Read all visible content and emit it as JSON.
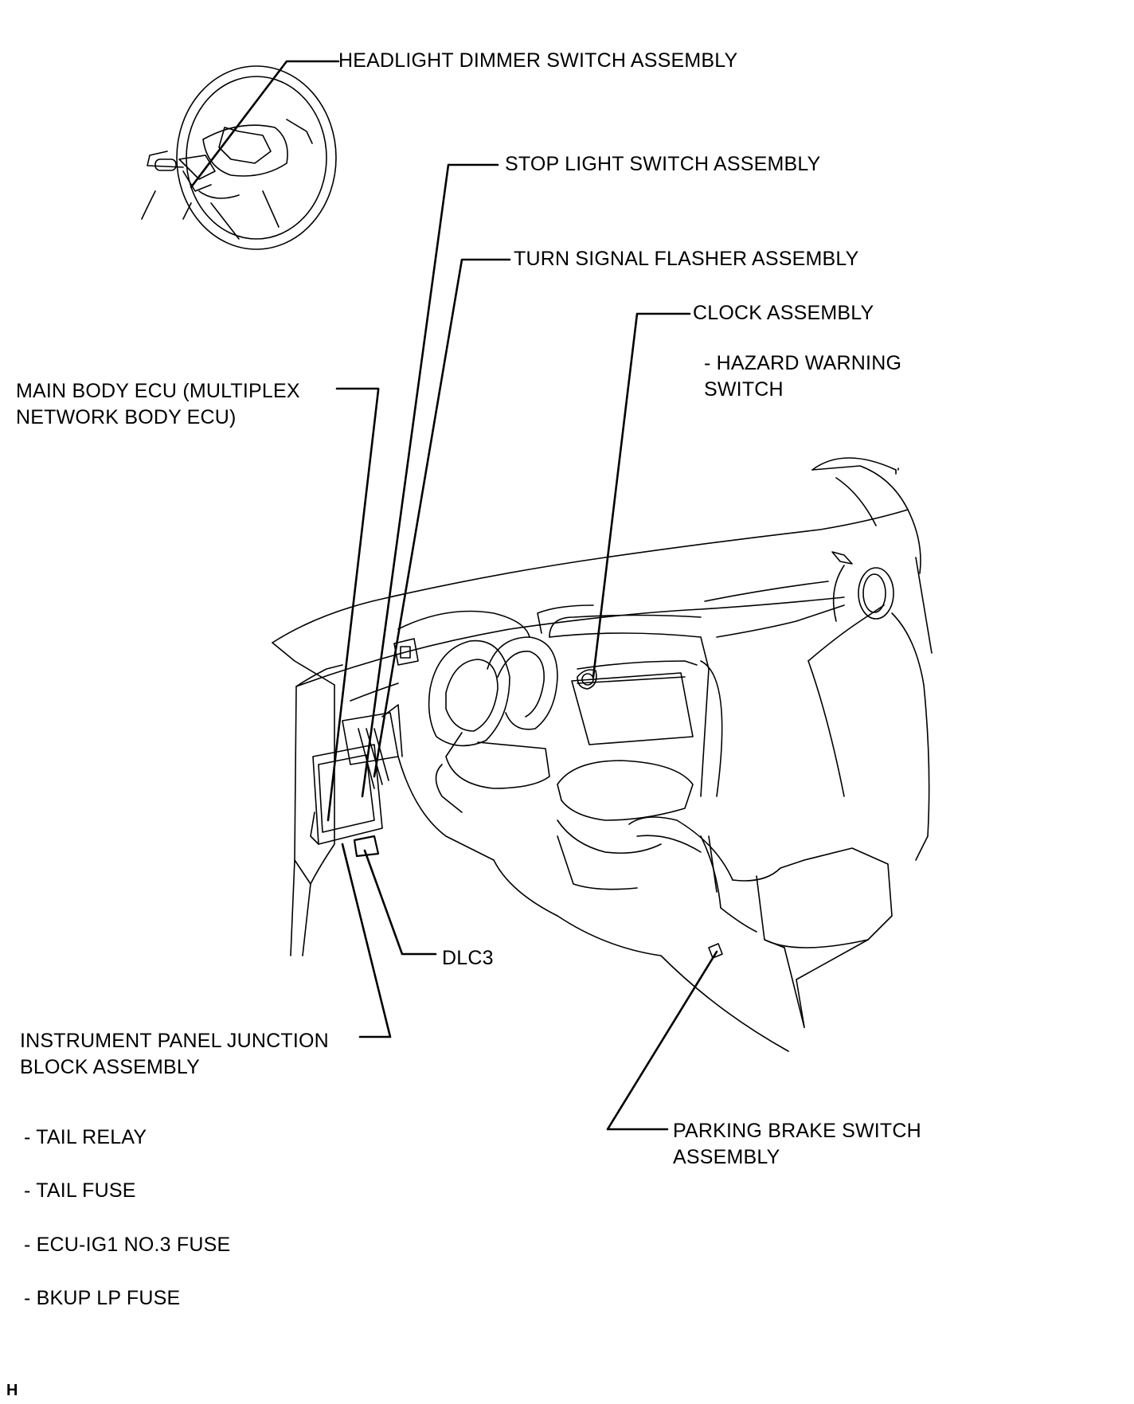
{
  "labels": {
    "headlight_dimmer": "HEADLIGHT DIMMER SWITCH ASSEMBLY",
    "stop_light": "STOP LIGHT SWITCH ASSEMBLY",
    "turn_signal": "TURN SIGNAL FLASHER ASSEMBLY",
    "clock": "CLOCK ASSEMBLY",
    "hazard_line1": "- HAZARD WARNING",
    "hazard_line2": "SWITCH",
    "main_body_line1": "MAIN BODY ECU (MULTIPLEX",
    "main_body_line2": "NETWORK BODY ECU)",
    "dlc3": "DLC3",
    "ip_junction_line1": "INSTRUMENT PANEL JUNCTION",
    "ip_junction_line2": "BLOCK ASSEMBLY",
    "tail_relay": "- TAIL RELAY",
    "tail_fuse": "- TAIL FUSE",
    "ecu_ig1_fuse": "- ECU-IG1 NO.3 FUSE",
    "bkup_lp_fuse": "- BKUP LP FUSE",
    "parking_brake_line1": "PARKING BRAKE SWITCH",
    "parking_brake_line2": "ASSEMBLY"
  },
  "corner_mark": "H"
}
